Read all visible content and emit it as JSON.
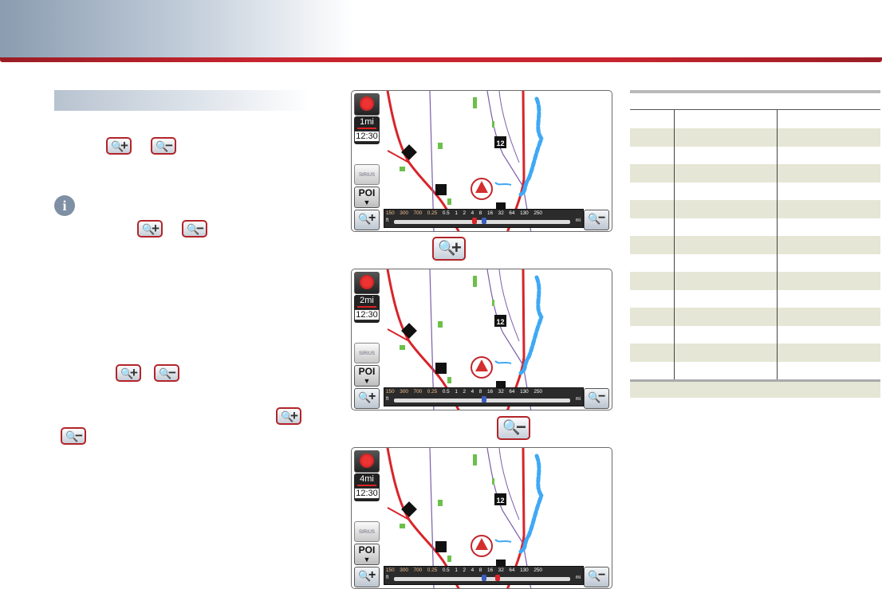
{
  "header": {
    "brand_color": "#c8242e",
    "gradient_start": "#8a9cb0"
  },
  "left_panel": {
    "buttons": [
      {
        "name": "zoom-in-button",
        "glyph": "🔍",
        "sign": "+"
      },
      {
        "name": "zoom-out-button",
        "glyph": "🔍",
        "sign": "−"
      }
    ],
    "info_glyph": "i"
  },
  "maps": [
    {
      "scale": "1mi",
      "time": "12:30",
      "poi": "POI",
      "marker_pos": "1mi"
    },
    {
      "scale": "2mi",
      "time": "12:30",
      "poi": "POI",
      "marker_pos": "2mi"
    },
    {
      "scale": "4mi",
      "time": "12:30",
      "poi": "POI",
      "marker_pos": "4mi"
    }
  ],
  "map_common": {
    "sirius_label": "SIRIUS",
    "scale_ticks": [
      "150",
      "300",
      "700",
      "0.25",
      "0.5",
      "1",
      "2",
      "4",
      "8",
      "16",
      "32",
      "64",
      "130",
      "250"
    ],
    "unit_left": "ft",
    "unit_right": "mi",
    "route_labels": [
      "12"
    ],
    "accent_colors": {
      "route": "#d8242a",
      "water": "#3fa9f5",
      "park": "#6cc04a",
      "road": "#7b5ea8"
    }
  },
  "captions": [
    {
      "name": "zoom-in-caption",
      "glyph": "🔍",
      "sign": "+"
    },
    {
      "name": "zoom-out-caption",
      "glyph": "🔍",
      "sign": "−"
    }
  ]
}
